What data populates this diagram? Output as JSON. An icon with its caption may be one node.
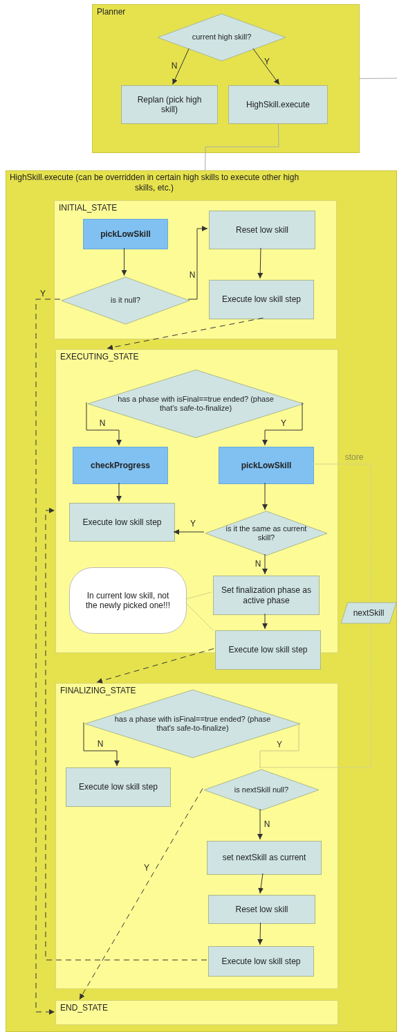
{
  "diagram": {
    "nodes": [
      {
        "text": [
          "Planner"
        ]
      },
      {
        "text": [
          "current high skill?"
        ],
        "in": 0
      },
      {
        "text": [
          "Replan (pick high skill)"
        ],
        "in": 0
      },
      {
        "text": [
          "HighSkill.execute"
        ],
        "in": 0
      },
      {
        "text": [
          "HighSkill.execute (can be overridden in certain high skills to execute other high skills, etc.)"
        ]
      },
      {
        "text": [
          "INITIAL_STATE"
        ],
        "in": 4
      },
      {
        "text": [
          "pickLowSkill"
        ],
        "in": 5
      },
      {
        "text": [
          "Reset low skill"
        ],
        "in": 5
      },
      {
        "text": [
          "is it null?"
        ],
        "in": 5
      },
      {
        "text": [
          "Execute low skill step"
        ],
        "in": 5
      },
      {
        "text": [
          "EXECUTING_STATE"
        ],
        "in": 4
      },
      {
        "text": [
          "has a phase with isFinal==true ended? (phase that's safe-to-finalize)"
        ],
        "in": 10
      },
      {
        "text": [
          "checkProgress"
        ],
        "in": 10
      },
      {
        "text": [
          "pickLowSkill"
        ],
        "in": 10
      },
      {
        "text": [
          "Execute low skill step"
        ],
        "in": 10
      },
      {
        "text": [
          "is it the same as current skill?"
        ],
        "in": 10
      },
      {
        "text": [
          "In current low skill, not the newly picked one!!!"
        ],
        "in": 10
      },
      {
        "text": [
          "Set finalization phase as active phase"
        ],
        "in": 10
      },
      {
        "text": [
          "Execute low skill step"
        ],
        "in": 10
      },
      {
        "text": [
          "nextSkill"
        ],
        "in": 4
      },
      {
        "text": [
          "FINALIZING_STATE"
        ],
        "in": 4
      },
      {
        "text": [
          "has a phase with isFinal==true ended? (phase that's safe-to-finalize)"
        ],
        "in": 20
      },
      {
        "text": [
          "Execute low skill step"
        ],
        "in": 20
      },
      {
        "text": [
          "is nextSkill null?"
        ],
        "in": 20
      },
      {
        "text": [
          "set nextSkill as current"
        ],
        "in": 20
      },
      {
        "text": [
          "Reset low skill"
        ],
        "in": 20
      },
      {
        "text": [
          "Execute low skill step"
        ],
        "in": 20
      },
      {
        "text": [
          "END_STATE"
        ],
        "in": 4
      }
    ],
    "edges": [
      {
        "from": 1,
        "to": 2,
        "arrow": "to",
        "label": "N"
      },
      {
        "from": 1,
        "to": 3,
        "arrow": "to",
        "label": "Y"
      },
      {
        "from": 0,
        "to": null,
        "arrow": "none",
        "color": "#aaaaaa"
      },
      {
        "from": 3,
        "to": 4,
        "arrow": "none",
        "color": "#aaaaaa"
      },
      {
        "from": 6,
        "to": 8,
        "arrow": "to"
      },
      {
        "from": 8,
        "to": 7,
        "arrow": "to",
        "label": "N"
      },
      {
        "from": 7,
        "to": 9,
        "arrow": "to"
      },
      {
        "from": 8,
        "to": 27,
        "arrow": "to",
        "label": "Y",
        "style": "dashed"
      },
      {
        "from": 9,
        "to": 10,
        "arrow": "to",
        "style": "dashed"
      },
      {
        "from": 11,
        "to": 12,
        "arrow": "to",
        "label": "N"
      },
      {
        "from": 11,
        "to": 13,
        "arrow": "to",
        "label": "Y"
      },
      {
        "from": 12,
        "to": 14,
        "arrow": "to"
      },
      {
        "from": 13,
        "to": 15,
        "arrow": "to"
      },
      {
        "from": 15,
        "to": 14,
        "arrow": "to",
        "label": "Y"
      },
      {
        "from": 15,
        "to": 17,
        "arrow": "to",
        "label": "N"
      },
      {
        "from": 17,
        "to": 18,
        "arrow": "to"
      },
      {
        "from": 16,
        "to": 17,
        "arrow": "none",
        "color": "#d4d48a"
      },
      {
        "from": 16,
        "to": 18,
        "arrow": "none",
        "color": "#d4d48a"
      },
      {
        "from": 13,
        "to": 19,
        "arrow": "none",
        "label": "store",
        "color": "#d4d48a"
      },
      {
        "from": 19,
        "to": 23,
        "arrow": "none",
        "color": "#d4d48a"
      },
      {
        "from": 18,
        "to": 20,
        "arrow": "to",
        "style": "dashed"
      },
      {
        "from": 21,
        "to": 22,
        "arrow": "to",
        "label": "N"
      },
      {
        "from": 21,
        "to": 23,
        "arrow": "none",
        "label": "Y",
        "color": "#c8c88a"
      },
      {
        "from": 23,
        "to": 24,
        "arrow": "to",
        "label": "N"
      },
      {
        "from": 24,
        "to": 25,
        "arrow": "to"
      },
      {
        "from": 25,
        "to": 26,
        "arrow": "to"
      },
      {
        "from": 23,
        "to": 27,
        "arrow": "to",
        "label": "Y",
        "style": "dashed"
      },
      {
        "from": 26,
        "to": 10,
        "arrow": "to",
        "style": "dashed"
      }
    ]
  }
}
